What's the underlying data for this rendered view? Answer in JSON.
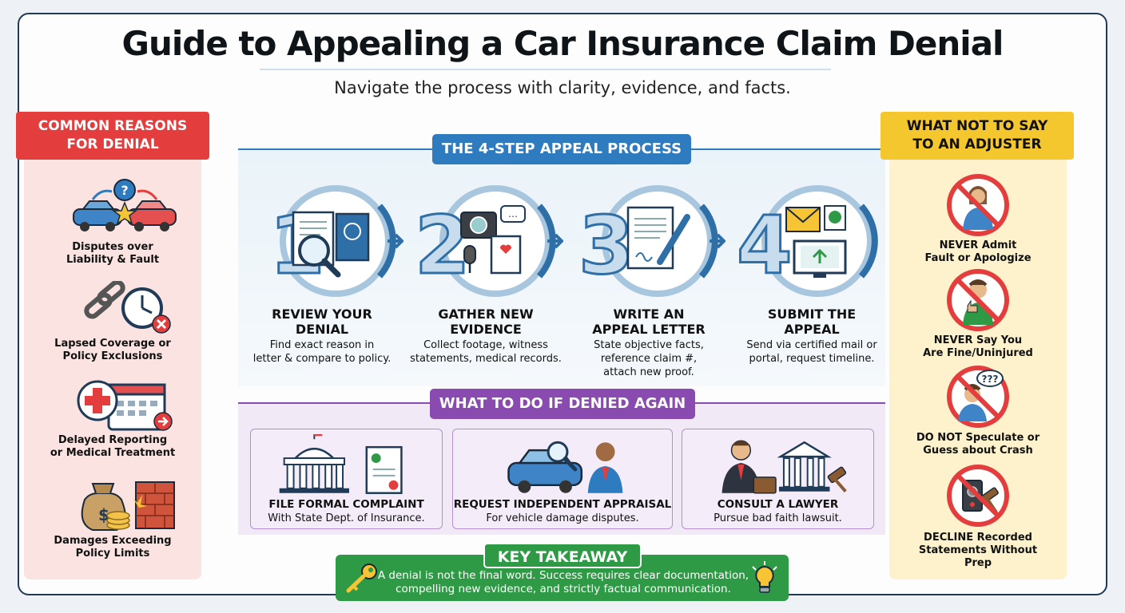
{
  "header": {
    "title": "Guide to Appealing a Car Insurance Claim Denial",
    "subtitle": "Navigate the process with clarity, evidence, and facts."
  },
  "reasons": {
    "banner": "COMMON REASONS\nFOR DENIAL",
    "items": [
      {
        "label": "Disputes over\nLiability & Fault",
        "icon": "car-crash-icon"
      },
      {
        "label": "Lapsed Coverage or\nPolicy Exclusions",
        "icon": "broken-chain-clock-icon"
      },
      {
        "label": "Delayed Reporting\nor Medical Treatment",
        "icon": "medical-calendar-icon"
      },
      {
        "label": "Damages Exceeding\nPolicy Limits",
        "icon": "money-bag-wall-icon"
      }
    ]
  },
  "steps": {
    "banner": "THE 4-STEP APPEAL PROCESS",
    "items": [
      {
        "number": "1",
        "title": "REVIEW YOUR\nDENIAL",
        "desc": "Find exact reason in\nletter & compare to policy.",
        "icon": "document-magnifier-icon"
      },
      {
        "number": "2",
        "title": "GATHER NEW\nEVIDENCE",
        "desc": "Collect footage, witness\nstatements, medical records.",
        "icon": "camera-microphone-icon"
      },
      {
        "number": "3",
        "title": "WRITE AN\nAPPEAL LETTER",
        "desc": "State objective facts,\nreference claim #,\nattach new proof.",
        "icon": "letter-pen-icon"
      },
      {
        "number": "4",
        "title": "SUBMIT THE\nAPPEAL",
        "desc": "Send via certified mail or\nportal, request timeline.",
        "icon": "mail-upload-icon"
      }
    ]
  },
  "denied_again": {
    "banner": "WHAT TO DO IF DENIED AGAIN",
    "options": [
      {
        "title": "FILE FORMAL COMPLAINT",
        "desc": "With State Dept. of Insurance.",
        "icon": "capitol-building-icon"
      },
      {
        "title": "REQUEST INDEPENDENT APPRAISAL",
        "desc": "For vehicle damage disputes.",
        "icon": "car-appraiser-icon"
      },
      {
        "title": "CONSULT A LAWYER",
        "desc": "Pursue bad faith lawsuit.",
        "icon": "lawyer-courthouse-icon"
      }
    ]
  },
  "donts": {
    "banner": "WHAT NOT TO SAY\nTO AN ADJUSTER",
    "items": [
      {
        "label": "NEVER Admit\nFault or Apologize",
        "icon": "no-apology-icon"
      },
      {
        "label": "NEVER Say You\nAre Fine/Uninjured",
        "icon": "no-thumbs-up-icon"
      },
      {
        "label": "DO NOT Speculate or\nGuess about Crash",
        "icon": "no-speculation-icon"
      },
      {
        "label": "DECLINE Recorded\nStatements Without\nPrep",
        "icon": "no-recorder-icon"
      }
    ]
  },
  "takeaway": {
    "banner": "KEY TAKEAWAY",
    "text": "A denial is not the final word. Success requires clear documentation,\ncompelling new evidence, and strictly factual communication."
  },
  "colors": {
    "red": "#e43d3d",
    "blue": "#2f7bbf",
    "purple": "#8a4bb0",
    "yellow": "#f5c72e",
    "green": "#2f9a45"
  }
}
